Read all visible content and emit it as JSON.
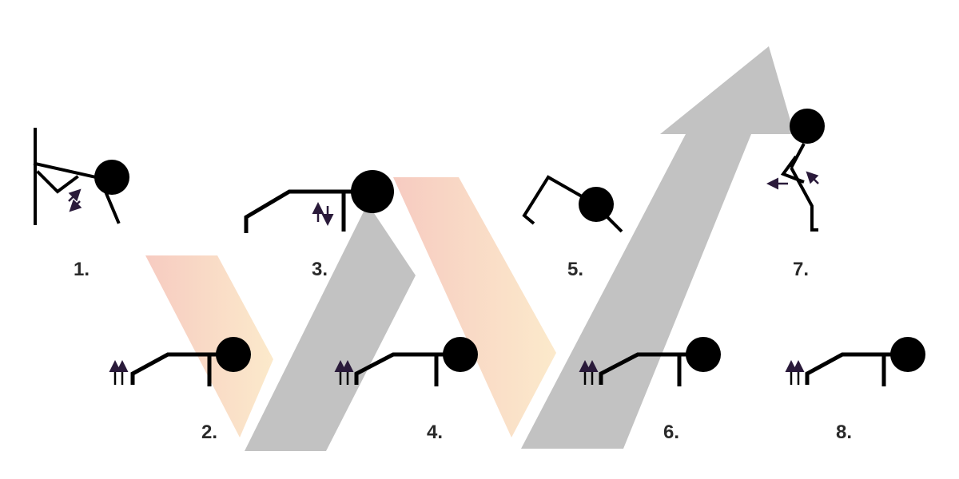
{
  "steps": [
    {
      "label": "1."
    },
    {
      "label": "2."
    },
    {
      "label": "3."
    },
    {
      "label": "4."
    },
    {
      "label": "5."
    },
    {
      "label": "6."
    },
    {
      "label": "7."
    },
    {
      "label": "8."
    }
  ],
  "colors": {
    "figure": "#000000",
    "small_arrow": "#2a1a3a",
    "big_arrow": "#c2c2c2",
    "ribbon_start": "#f5c2b6",
    "ribbon_end": "#fbe6c2",
    "label": "#2a2a2a"
  },
  "icons": [
    "double-up-arrow-icon",
    "up-down-arrow-icon",
    "diagonal-arrow-icon",
    "left-arrow-icon"
  ]
}
